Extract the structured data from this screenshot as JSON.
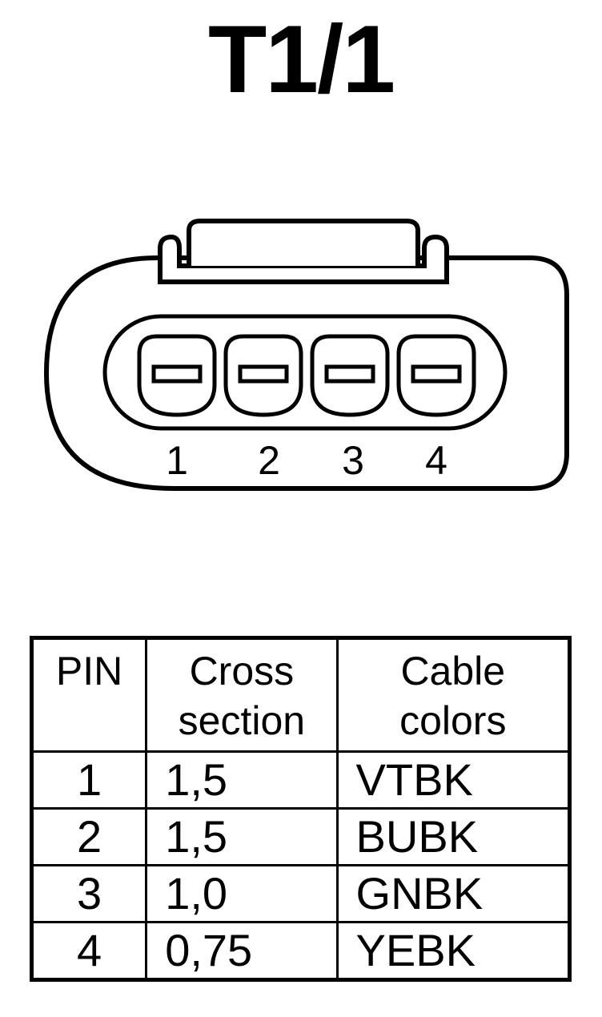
{
  "title": "T1/1",
  "connector": {
    "pin_labels": [
      "1",
      "2",
      "3",
      "4"
    ]
  },
  "table": {
    "headers": {
      "pin": "PIN",
      "cross_section": [
        "Cross",
        "section"
      ],
      "cable_colors": [
        "Cable",
        "colors"
      ]
    },
    "rows": [
      {
        "pin": "1",
        "cross_section": "1,5",
        "cable_color": "VTBK"
      },
      {
        "pin": "2",
        "cross_section": "1,5",
        "cable_color": "BUBK"
      },
      {
        "pin": "3",
        "cross_section": "1,0",
        "cable_color": "GNBK"
      },
      {
        "pin": "4",
        "cross_section": "0,75",
        "cable_color": "YEBK"
      }
    ]
  }
}
